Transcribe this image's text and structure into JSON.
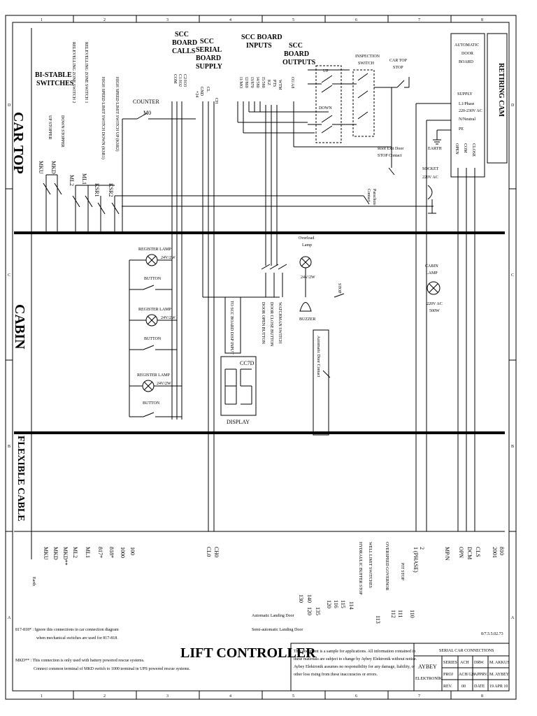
{
  "border": {
    "cols": [
      "1",
      "2",
      "3",
      "4",
      "5",
      "6",
      "7",
      "8"
    ],
    "rows": [
      "D",
      "C",
      "B",
      "A"
    ]
  },
  "sections": {
    "car_top": "CAR TOP",
    "cabin": "CABIN",
    "flexible_cable": "FLEXIBLE CABLE"
  },
  "top": {
    "bistable": [
      "BI-STABLE",
      "SWITCHES"
    ],
    "switch_descs": [
      "DOWN STOPPER",
      "UP STOPPER",
      "RELEVELLING ZONE SWITCH 2",
      "RELEVELLING ZONE SWITCH 1",
      "HIGH SPEED LIMIT SWITCH DOWN (KSR1)",
      "HIGH SPEED LIMIT SWITCH UP (KSR2)"
    ],
    "switches": [
      "MKU",
      "MKD",
      "ML2",
      "ML1",
      "KSR1",
      "KSR2"
    ],
    "counter": "COUNTER",
    "m0": "M0",
    "scc_calls": [
      "SCC",
      "BOARD",
      "CALLS"
    ],
    "com_pins": [
      "COM",
      "C1/IO2",
      "C2/IO3"
    ],
    "scc_serial": [
      "SCC",
      "SERIAL",
      "BOARD",
      "SUPPLY"
    ],
    "serial_pins": [
      "GND",
      "CL",
      "CH",
      "+24"
    ],
    "scc_inputs": [
      "SCC BOARD",
      "INPUTS"
    ],
    "input_pins": [
      "I1/MO",
      "I2/869",
      "I3/870",
      "I4/580",
      "I5/580",
      "KZ",
      "PTS",
      "WTM"
    ],
    "scc_outputs": [
      "SCC",
      "BOARD",
      "OUTPUTS"
    ],
    "output_pins": [
      "O1/A8"
    ],
    "inspection": [
      "INSPECTION",
      "SWITCH"
    ],
    "up": "UP",
    "down": "DOWN",
    "cartop_stop": [
      "CAR TOP",
      "STOP"
    ],
    "roof_exit": [
      "Roof Exit Door",
      "STOP Contact"
    ],
    "parachute": [
      "Parachute",
      "Contact"
    ],
    "auto_door": [
      "AUTOMATIC",
      "DOOR",
      "BOARD"
    ],
    "supply": "SUPPLY",
    "supply_lines": [
      "L1/Phase",
      "220-230V AC",
      "N/Neutral",
      "PE"
    ],
    "earth": "EARTH",
    "door_pins": [
      "OPEN",
      "COM",
      "CLOSE"
    ],
    "retiring_cam": "RETIRING CAM",
    "socket": [
      "SOCKET",
      "220V AC"
    ]
  },
  "cabin": {
    "register_lamp": "REGISTER LAMP",
    "lamp_v": "24V/2W",
    "button": "BUTTON",
    "display_label": "TO SCC BOARD DISP INPUT",
    "cc7d": "CC7D",
    "display": "DISPLAY",
    "buttons": [
      "WATCHMAN SWITCH",
      "DOOR CLOSE BUTTON",
      "DOOR OPEN BUTTON"
    ],
    "overload": [
      "Overload",
      "Lamp"
    ],
    "overload_v": "24V/2W",
    "buzzer": "BUZZER",
    "stop": "STOP",
    "auto_door_contact": "Automatic Door Contact",
    "cabin_lamp": [
      "CABIN",
      "LAMP"
    ],
    "cabin_lamp_v": [
      "220V AC",
      "500W"
    ]
  },
  "terminals": {
    "left": [
      "MKU",
      "MKD",
      "MKD**",
      "ML2",
      "ML1",
      "817*",
      "818*",
      "1000",
      "100"
    ],
    "mid": [
      "CH0",
      "CL0"
    ],
    "earth": "Earth",
    "landing": [
      "140",
      "135",
      "130",
      "120"
    ],
    "landing2": [
      "115",
      "116",
      "120"
    ],
    "safety": [
      "114",
      "113",
      "112",
      "111",
      "110"
    ],
    "safety_descs": [
      "HYDRAULIC BUFFER STOP",
      "WELL LIMIT SWITCHES",
      "OVERSPEED GOVERNOR",
      "PIT STOP"
    ],
    "phase": [
      "2",
      "1 (PHASE)"
    ],
    "right": [
      "MP/N",
      "OPN",
      "DCM",
      "CLS",
      "2001",
      "810"
    ]
  },
  "landing_labels": [
    "Automatic Landing Door",
    "Semi-automatic Landing Door"
  ],
  "notes": {
    "n1a": "817-818* : Ignore this connections in car connection diagram",
    "n1b": "when mechanical switches are used for 817-818.",
    "n2a": "MKD** : This connection is only used with battery powered rescue systems.",
    "n2b": "Connect common terminal of MKD switch to 1000 terminal in UPS powered rescue systems."
  },
  "title_block": {
    "title": "LIFT CONTROLLER",
    "disclaimer": [
      "This document is a sample for applications. All information contained in",
      "these materials are subject to change by Aybey Elektronik without notice.",
      "Aybey Elektronik assumes no responsibility for any damage, liability, or",
      "other loss rising from these inaccuracies or errors."
    ],
    "company": [
      "AYBEY",
      "ELEKTRONİK"
    ],
    "sheet_title": "SERIAL CAR CONNECTIONS",
    "cells": [
      "SERIES",
      "ACH",
      "DRW.",
      "M. AKKUS",
      "PROJ",
      "ACH/129",
      "APPRV.",
      "M. AYBEY",
      "REV.",
      "00",
      "DATE",
      "19 APR 10"
    ],
    "docno": "8/7.5.5.02.73"
  }
}
